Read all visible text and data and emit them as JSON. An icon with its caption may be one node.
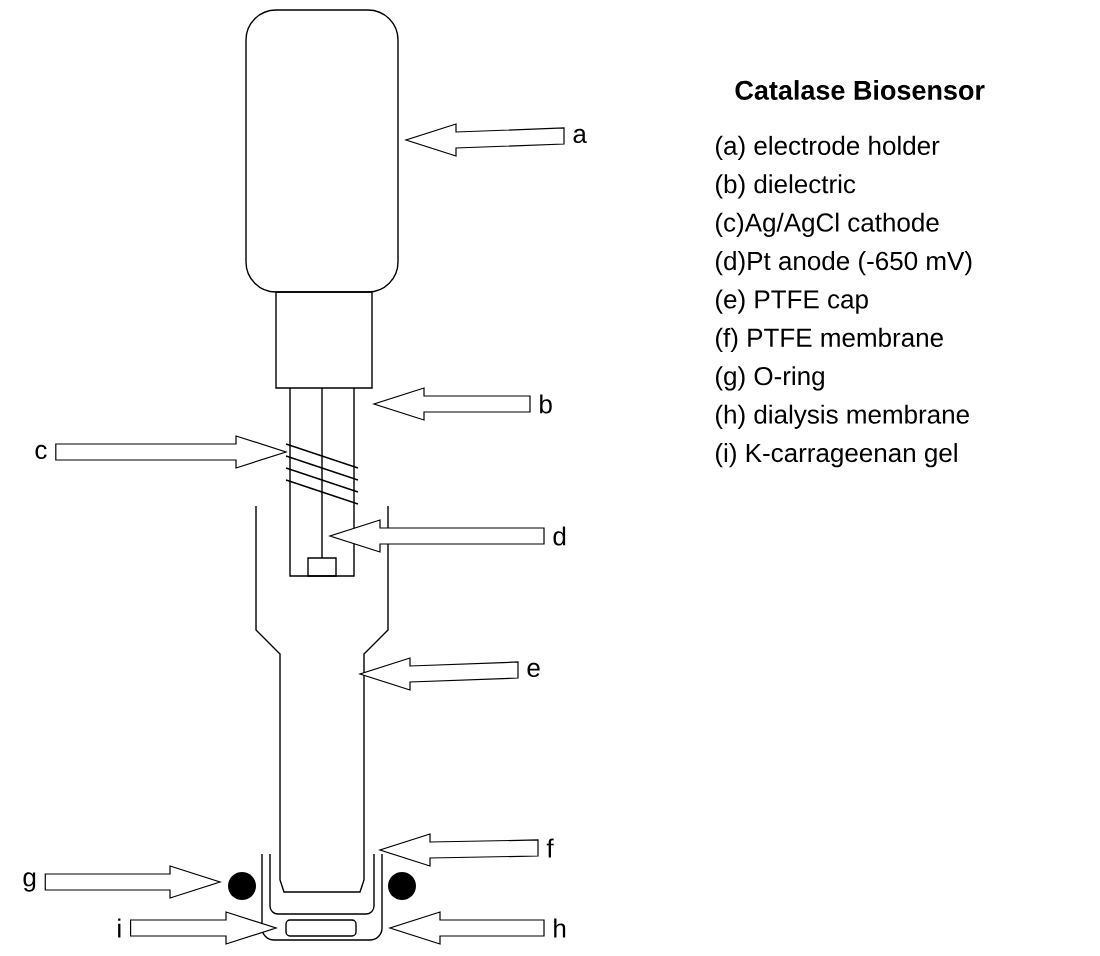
{
  "diagram": {
    "title": "Catalase Biosensor",
    "nodes": [
      {
        "text": [
          "a"
        ]
      },
      {
        "text": [
          "b"
        ]
      },
      {
        "text": [
          "c"
        ]
      },
      {
        "text": [
          "d"
        ]
      },
      {
        "text": [
          "e"
        ]
      },
      {
        "text": [
          "f"
        ]
      },
      {
        "text": [
          "g"
        ]
      },
      {
        "text": [
          "i"
        ]
      },
      {
        "text": [
          "h"
        ]
      }
    ],
    "edges": [
      {
        "from": 0,
        "to": null,
        "arrow": "to"
      },
      {
        "from": 1,
        "to": null,
        "arrow": "to"
      },
      {
        "from": 2,
        "to": null,
        "arrow": "to"
      },
      {
        "from": 3,
        "to": null,
        "arrow": "to"
      },
      {
        "from": 4,
        "to": null,
        "arrow": "to"
      },
      {
        "from": 5,
        "to": null,
        "arrow": "to"
      },
      {
        "from": 6,
        "to": null,
        "arrow": "to"
      },
      {
        "from": 7,
        "to": null,
        "arrow": "to"
      },
      {
        "from": 8,
        "to": null,
        "arrow": "to"
      }
    ],
    "labels": [
      "(a) electrode holder",
      "(b) dielectric",
      "(c)Ag/AgCl cathode",
      "(d)Pt anode (-650 mV)",
      "(e) PTFE cap",
      "(f) PTFE membrane",
      "(g) O-ring",
      "(h) dialysis membrane",
      "(i) K-carrageenan gel"
    ]
  }
}
